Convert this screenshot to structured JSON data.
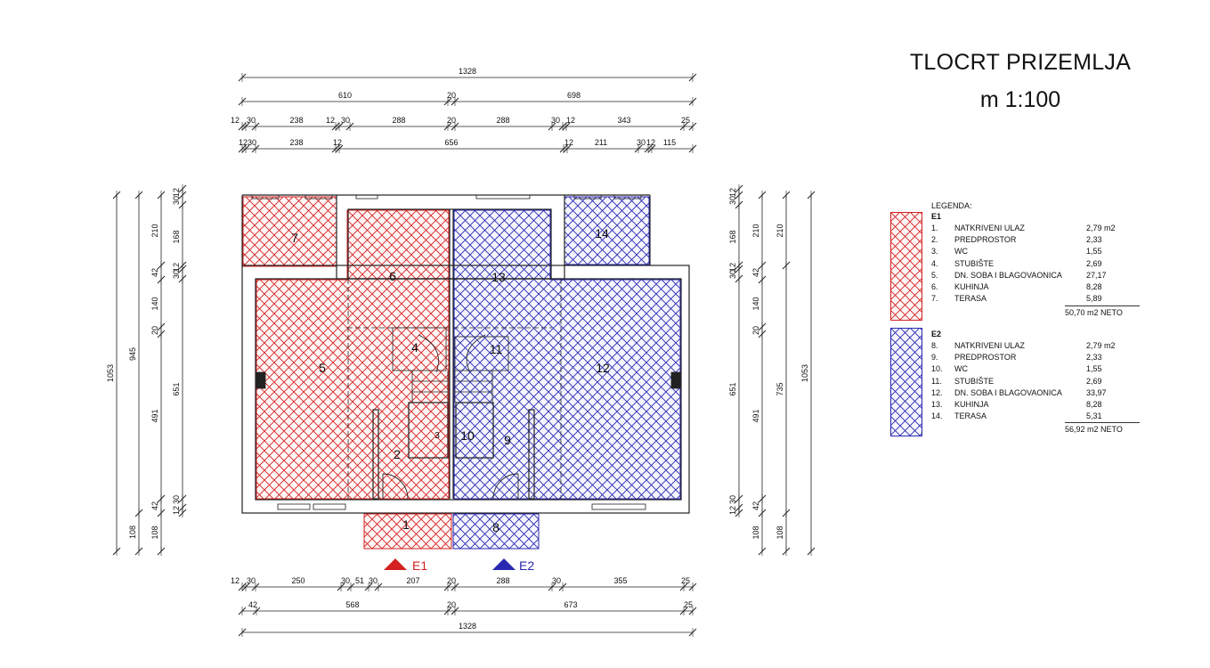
{
  "title": "TLOCRT PRIZEMLJA",
  "scale": "m 1:100",
  "colors": {
    "e1": "#d42020",
    "e2": "#2828b0",
    "line": "#222222"
  },
  "dims_top": {
    "row1": [
      "1328"
    ],
    "row2": [
      "610",
      "20",
      "698"
    ],
    "row3": [
      "12",
      "30",
      "238",
      "12",
      "30",
      "288",
      "20",
      "288",
      "30",
      "12",
      "343",
      "25"
    ],
    "row4": [
      "12",
      "30",
      "238",
      "12",
      "656",
      "12",
      "211",
      "30",
      "12",
      "115"
    ]
  },
  "dims_bottom": {
    "row1": [
      "12",
      "30",
      "250",
      "30",
      "51",
      "30",
      "207",
      "20",
      "288",
      "30",
      "355",
      "25"
    ],
    "row2": [
      "42",
      "568",
      "20",
      "673",
      "25"
    ],
    "row3": [
      "1328"
    ]
  },
  "dims_left": {
    "col1": [
      "1053"
    ],
    "col2": [
      "945",
      "108"
    ],
    "col3": [
      "210",
      "42",
      "140",
      "20",
      "491",
      "42",
      "108"
    ],
    "col4": [
      "12",
      "30",
      "168",
      "12",
      "30",
      "651",
      "30",
      "12"
    ]
  },
  "dims_right": {
    "col1": [
      "12",
      "30",
      "168",
      "12",
      "30",
      "651",
      "30",
      "12"
    ],
    "col2": [
      "210",
      "42",
      "140",
      "20",
      "491",
      "42",
      "108"
    ],
    "col3": [
      "210",
      "735",
      "108"
    ],
    "col4": [
      "1053"
    ]
  },
  "rooms": [
    "1",
    "2",
    "3",
    "4",
    "5",
    "6",
    "7",
    "8",
    "9",
    "10",
    "11",
    "12",
    "13",
    "14"
  ],
  "entrances": {
    "e1": "E1",
    "e2": "E2"
  },
  "legend": {
    "header": "LEGENDA:",
    "e1": {
      "label": "E1",
      "items": [
        {
          "no": "1.",
          "name": "NATKRIVENI ULAZ",
          "area": "2,79 m2"
        },
        {
          "no": "2.",
          "name": "PREDPROSTOR",
          "area": "2,33"
        },
        {
          "no": "3.",
          "name": "WC",
          "area": "1,55"
        },
        {
          "no": "4.",
          "name": "STUBIŠTE",
          "area": "2,69"
        },
        {
          "no": "5.",
          "name": "DN. SOBA I BLAGOVAONICA",
          "area": "27,17"
        },
        {
          "no": "6.",
          "name": "KUHINJA",
          "area": "8,28"
        },
        {
          "no": "7.",
          "name": "TERASA",
          "area": "5,89"
        }
      ],
      "total": "50,70 m2 NETO"
    },
    "e2": {
      "label": "E2",
      "items": [
        {
          "no": "8.",
          "name": "NATKRIVENI ULAZ",
          "area": "2,79 m2"
        },
        {
          "no": "9.",
          "name": "PREDPROSTOR",
          "area": "2,33"
        },
        {
          "no": "10.",
          "name": "WC",
          "area": "1,55"
        },
        {
          "no": "11.",
          "name": "STUBIŠTE",
          "area": "2,69"
        },
        {
          "no": "12.",
          "name": "DN. SOBA I BLAGOVAONICA",
          "area": "33,97"
        },
        {
          "no": "13.",
          "name": "KUHINJA",
          "area": "8,28"
        },
        {
          "no": "14.",
          "name": "TERASA",
          "area": "5,31"
        }
      ],
      "total": "56,92 m2 NETO"
    }
  }
}
